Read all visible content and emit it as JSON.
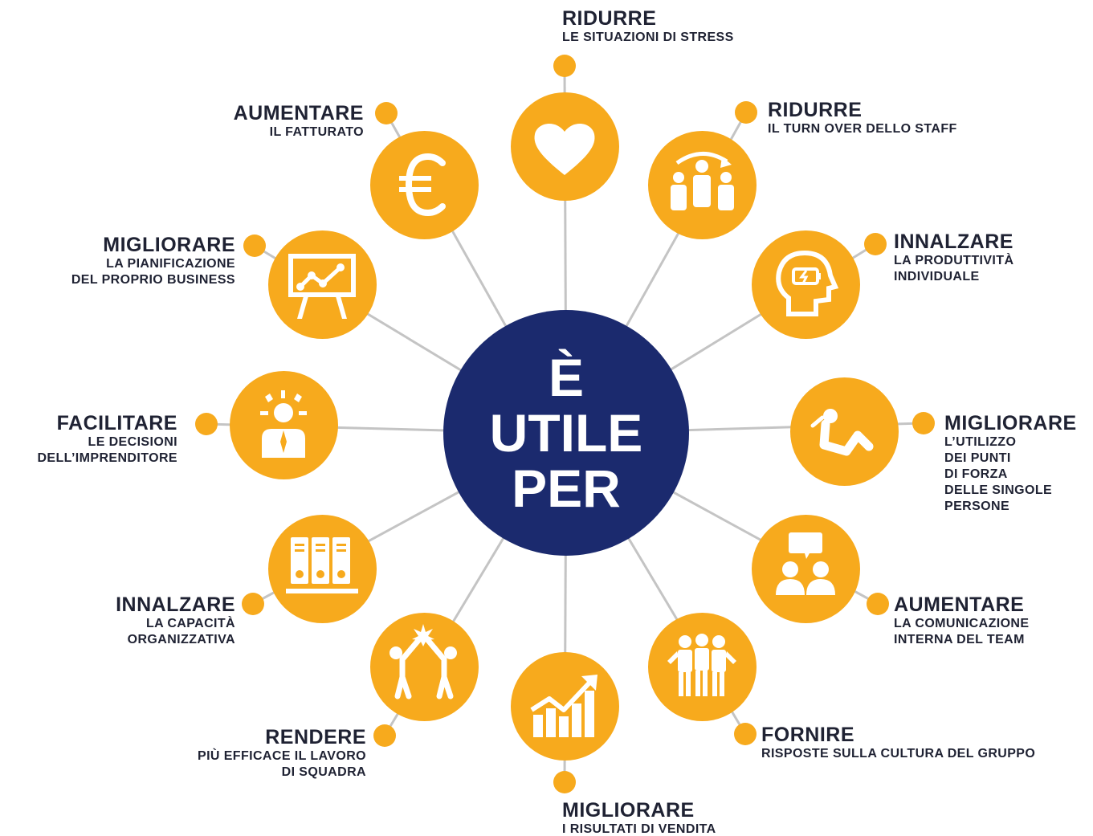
{
  "center": {
    "lines": [
      "È",
      "UTILE",
      "PER"
    ]
  },
  "colors": {
    "accent": "#f7aa1d",
    "center": "#1b2a6e",
    "text": "#1f2233",
    "spoke": "#c4c4c4"
  },
  "benefits": [
    {
      "id": "top",
      "icon": "heart-icon",
      "title": "RIDURRE",
      "subtitle": "LE SITUAZIONI DI STRESS"
    },
    {
      "id: ": "x"
    }
  ]
}
